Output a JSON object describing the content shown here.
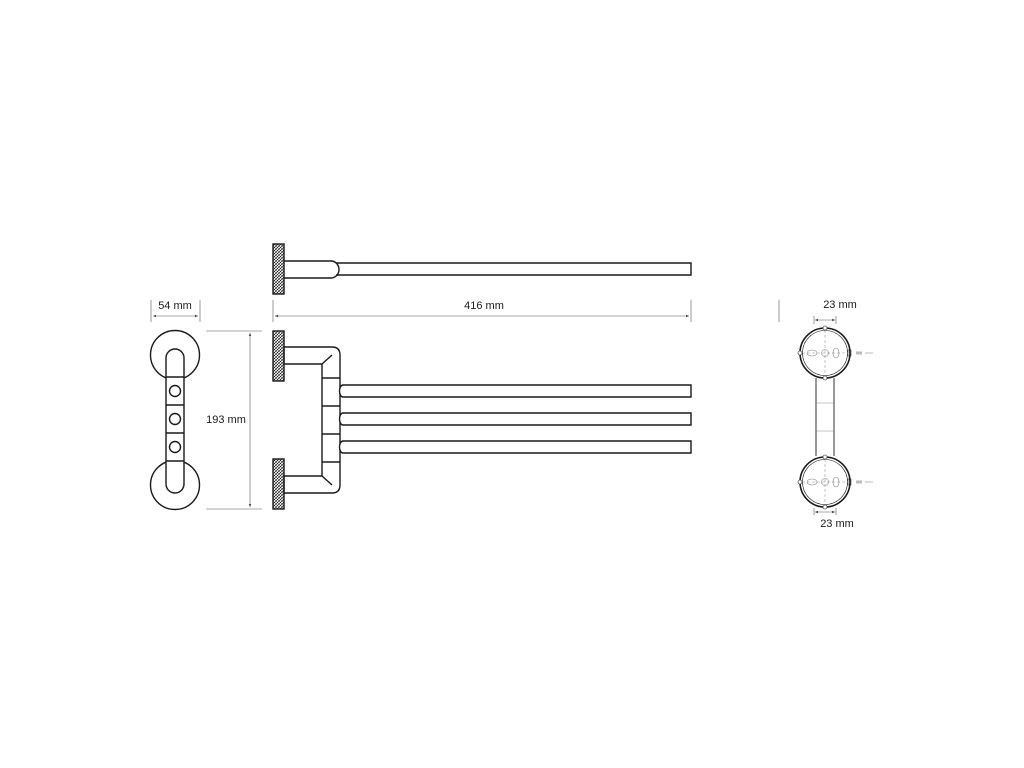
{
  "dimensions": {
    "width": "54 mm",
    "height": "193 mm",
    "length": "416 mm",
    "mount_top": "23 mm",
    "mount_bottom": "23 mm"
  },
  "colors": {
    "line": "#1a1a1a",
    "dim_line": "#555555",
    "light_detail": "#888888"
  }
}
